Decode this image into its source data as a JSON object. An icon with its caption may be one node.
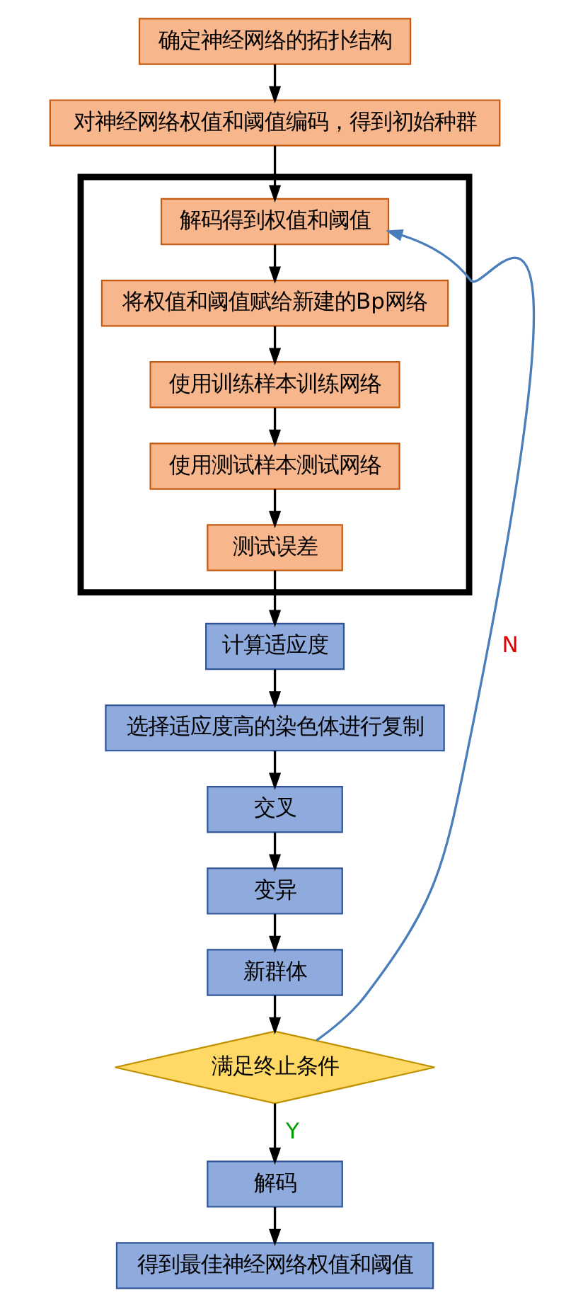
{
  "diagram": {
    "nodes": [
      {
        "text": [
          "确定神经网络的拓扑结构"
        ]
      },
      {
        "text": [
          "对神经网络权值和阈值编码，得到初始种群"
        ]
      },
      {
        "text": [],
        "shape": "box"
      },
      {
        "text": [
          "解码得到权值和阈值"
        ],
        "in": 2
      },
      {
        "text": [
          "将权值和阈值赋给新建的Bp网络"
        ],
        "in": 2
      },
      {
        "text": [
          "使用训练样本训练网络"
        ],
        "in": 2
      },
      {
        "text": [
          "使用测试样本测试网络"
        ],
        "in": 2
      },
      {
        "text": [
          "测试误差"
        ],
        "in": 2
      },
      {
        "text": [
          "计算适应度"
        ]
      },
      {
        "text": [
          "选择适应度高的染色体进行复制"
        ]
      },
      {
        "text": [
          "交叉"
        ]
      },
      {
        "text": [
          "变异"
        ]
      },
      {
        "text": [
          "新群体"
        ]
      },
      {
        "text": [
          "满足终止条件"
        ]
      },
      {
        "text": [
          "解码"
        ]
      },
      {
        "text": [
          "得到最佳神经网络权值和阈值"
        ]
      }
    ],
    "edges": [
      {
        "from": 0,
        "to": 1,
        "arrow": "to"
      },
      {
        "from": 1,
        "to": 3,
        "arrow": "to"
      },
      {
        "from": 3,
        "to": 4,
        "arrow": "to"
      },
      {
        "from": 4,
        "to": 5,
        "arrow": "to"
      },
      {
        "from": 5,
        "to": 6,
        "arrow": "to"
      },
      {
        "from": 6,
        "to": 7,
        "arrow": "to"
      },
      {
        "from": 7,
        "to": 8,
        "arrow": "to"
      },
      {
        "from": 8,
        "to": 9,
        "arrow": "to"
      },
      {
        "from": 9,
        "to": 10,
        "arrow": "to"
      },
      {
        "from": 10,
        "to": 11,
        "arrow": "to"
      },
      {
        "from": 11,
        "to": 12,
        "arrow": "to"
      },
      {
        "from": 12,
        "to": 13,
        "arrow": "to"
      },
      {
        "from": 13,
        "to": 14,
        "arrow": "to",
        "label": "Y"
      },
      {
        "from": 13,
        "to": 3,
        "arrow": "to",
        "label": "N",
        "color": "#4a7ebb"
      },
      {
        "from": 14,
        "to": 15,
        "arrow": "to"
      }
    ]
  }
}
